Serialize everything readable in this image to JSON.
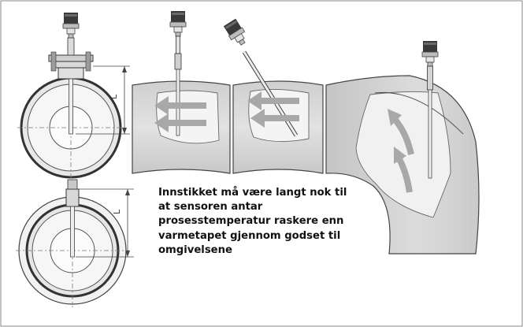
{
  "caption": {
    "text": "Innstikket må være langt nok til\nat sensoren antar\nprosesstemperatur raskere enn\nvarmetapet gjennom godset til\nomgivelsene"
  },
  "dimension_labels": {
    "top_section": "L",
    "bottom_section": "L"
  },
  "colors": {
    "pipe_fill": "#d7d7d7",
    "pipe_stroke": "#555555",
    "pipe_inner": "#eeeeee",
    "flow_arrow": "#a8a8a8",
    "medium": "#f4f4f4"
  },
  "icons": {
    "flow_arrow": "flow-arrow-icon",
    "sensor": "temperature-sensor-icon"
  }
}
